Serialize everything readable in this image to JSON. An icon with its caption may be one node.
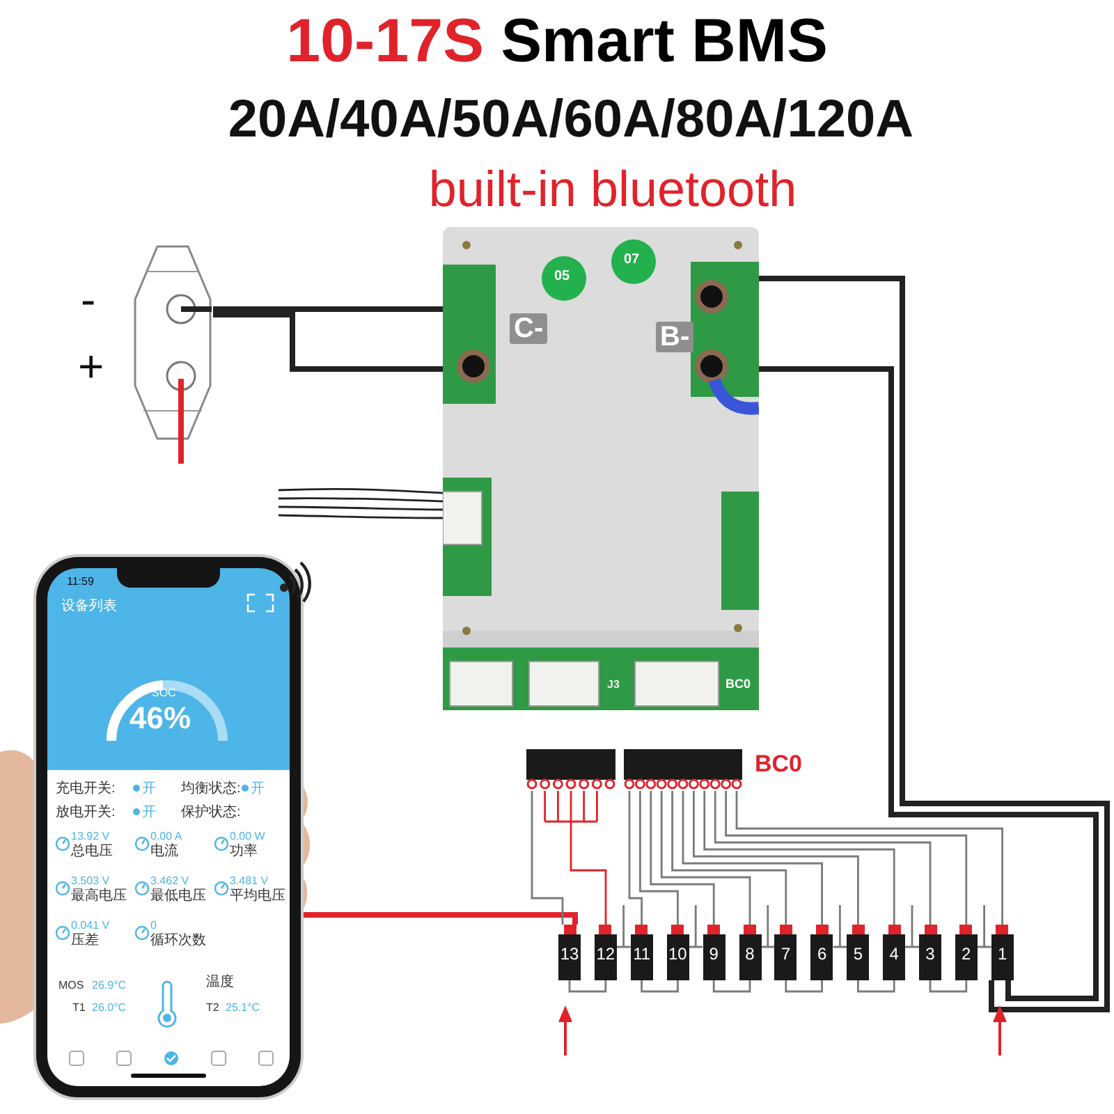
{
  "diagram": {
    "title": "10-17S Smart BMS",
    "nodes": [
      {
        "text": [],
        "shape": "picture"
      },
      {
        "text": [
          "05",
          "07",
          "C-",
          "B-",
          "J3",
          "BC0"
        ]
      },
      {
        "text": [],
        "shape": "picture"
      },
      {
        "text": [],
        "shape": "bar"
      },
      {
        "text": [],
        "shape": "bar"
      },
      {
        "text": [
          "13"
        ]
      },
      {
        "text": [
          "12"
        ]
      },
      {
        "text": [
          "11"
        ]
      },
      {
        "text": [
          "10"
        ]
      },
      {
        "text": [
          "9"
        ]
      },
      {
        "text": [
          "8"
        ]
      },
      {
        "text": [
          "7"
        ]
      },
      {
        "text": [
          "6"
        ]
      },
      {
        "text": [
          "5"
        ]
      },
      {
        "text": [
          "4"
        ]
      },
      {
        "text": [
          "3"
        ]
      },
      {
        "text": [
          "2"
        ]
      },
      {
        "text": [
          "1"
        ]
      }
    ],
    "edges": [
      {
        "from": 0,
        "to": 1,
        "arrow": "none",
        "style": "thick",
        "color": "#222222"
      },
      {
        "from": 0,
        "to": 1,
        "arrow": "none",
        "style": "thick",
        "color": "#222222"
      },
      {
        "from": 0,
        "to": null,
        "arrow": "none",
        "style": "thick",
        "color": "#e0232b"
      },
      {
        "from": null,
        "to": 1,
        "arrow": "none",
        "color": "#222222"
      },
      {
        "from": 1,
        "to": 17,
        "arrow": "none",
        "style": "thick",
        "color": "#222222"
      },
      {
        "from": 1,
        "to": 17,
        "arrow": "none",
        "style": "thick",
        "color": "#222222"
      },
      {
        "from": 2,
        "to": 5,
        "arrow": "none",
        "style": "thick",
        "color": "#e0232b"
      },
      {
        "from": 3,
        "to": 5,
        "arrow": "none"
      },
      {
        "from": 3,
        "to": 6,
        "arrow": "none",
        "color": "#e0232b"
      },
      {
        "from": 4,
        "to": 7,
        "arrow": "none"
      },
      {
        "from": 4,
        "to": 8,
        "arrow": "none"
      },
      {
        "from": 4,
        "to": 9,
        "arrow": "none"
      },
      {
        "from": 4,
        "to": 10,
        "arrow": "none"
      },
      {
        "from": 4,
        "to": 11,
        "arrow": "none"
      },
      {
        "from": 4,
        "to": 12,
        "arrow": "none"
      },
      {
        "from": 4,
        "to": 13,
        "arrow": "none"
      },
      {
        "from": 4,
        "to": 14,
        "arrow": "none"
      },
      {
        "from": 4,
        "to": 15,
        "arrow": "none"
      },
      {
        "from": 4,
        "to": 16,
        "arrow": "none"
      },
      {
        "from": 4,
        "to": 17,
        "arrow": "none"
      },
      {
        "from": 5,
        "to": 6,
        "arrow": "none"
      },
      {
        "from": 6,
        "to": 7,
        "arrow": "none"
      },
      {
        "from": 7,
        "to": 8,
        "arrow": "none"
      },
      {
        "from": 8,
        "to": 9,
        "arrow": "none"
      },
      {
        "from": 9,
        "to": 10,
        "arrow": "none"
      },
      {
        "from": 10,
        "to": 11,
        "arrow": "none"
      },
      {
        "from": 11,
        "to": 12,
        "arrow": "none"
      },
      {
        "from": 12,
        "to": 13,
        "arrow": "none"
      },
      {
        "from": 13,
        "to": 14,
        "arrow": "none"
      },
      {
        "from": 14,
        "to": 15,
        "arrow": "none"
      },
      {
        "from": 15,
        "to": 16,
        "arrow": "none"
      },
      {
        "from": 16,
        "to": 17,
        "arrow": "none"
      }
    ],
    "labels": [
      "20A/40A/50A/60A/80A/120A",
      "built-in bluetooth",
      "-",
      "+",
      "11:59",
      "设备列表",
      "SOC",
      "46%",
      "充电开关:",
      "开",
      "均衡状态:",
      "开",
      "放电开关:",
      "开",
      "保护状态:",
      "13.92 V",
      "总电压",
      "0.00 A",
      "电流",
      "0.00 W",
      "功率",
      "3.503 V",
      "最高电压",
      "3.462 V",
      "最低电压",
      "3.481 V",
      "平均电压",
      "0.041 V",
      "压差",
      "0",
      "循环次数",
      "MOS",
      "26.9°C",
      "T1",
      "26.0°C",
      "温度",
      "T2",
      "25.1°C",
      "BC0"
    ]
  }
}
